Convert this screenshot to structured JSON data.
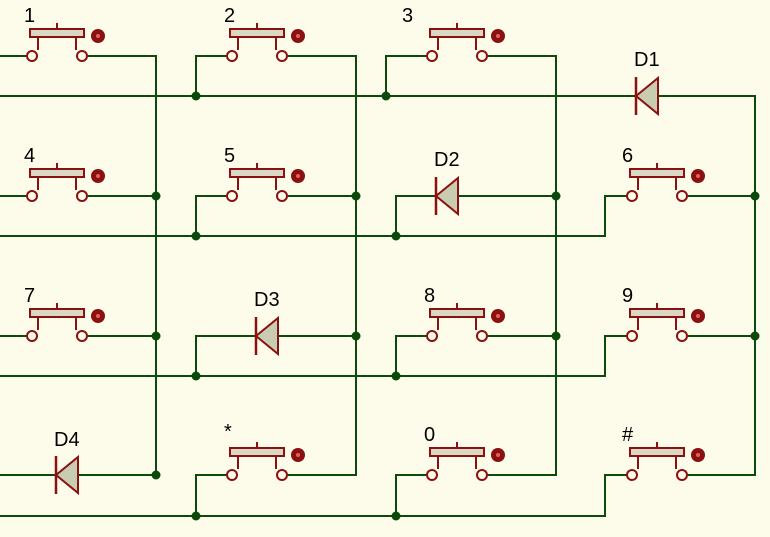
{
  "colors": {
    "background": "#fdfbe9",
    "wire": "#0b4a0b",
    "component": "#8b1010",
    "diode_fill": "#c8ccb0",
    "button_fill": "#d8d8c4",
    "led_fill": "#8b1010"
  },
  "buttons": [
    {
      "id": "btn-1",
      "label": "1"
    },
    {
      "id": "btn-2",
      "label": "2"
    },
    {
      "id": "btn-3",
      "label": "3"
    },
    {
      "id": "btn-4",
      "label": "4"
    },
    {
      "id": "btn-5",
      "label": "5"
    },
    {
      "id": "btn-6",
      "label": "6"
    },
    {
      "id": "btn-7",
      "label": "7"
    },
    {
      "id": "btn-8",
      "label": "8"
    },
    {
      "id": "btn-9",
      "label": "9"
    },
    {
      "id": "btn-star",
      "label": "*"
    },
    {
      "id": "btn-0",
      "label": "0"
    },
    {
      "id": "btn-hash",
      "label": "#"
    }
  ],
  "diodes": [
    {
      "id": "diode-d1",
      "label": "D1"
    },
    {
      "id": "diode-d2",
      "label": "D2"
    },
    {
      "id": "diode-d3",
      "label": "D3"
    },
    {
      "id": "diode-d4",
      "label": "D4"
    }
  ]
}
